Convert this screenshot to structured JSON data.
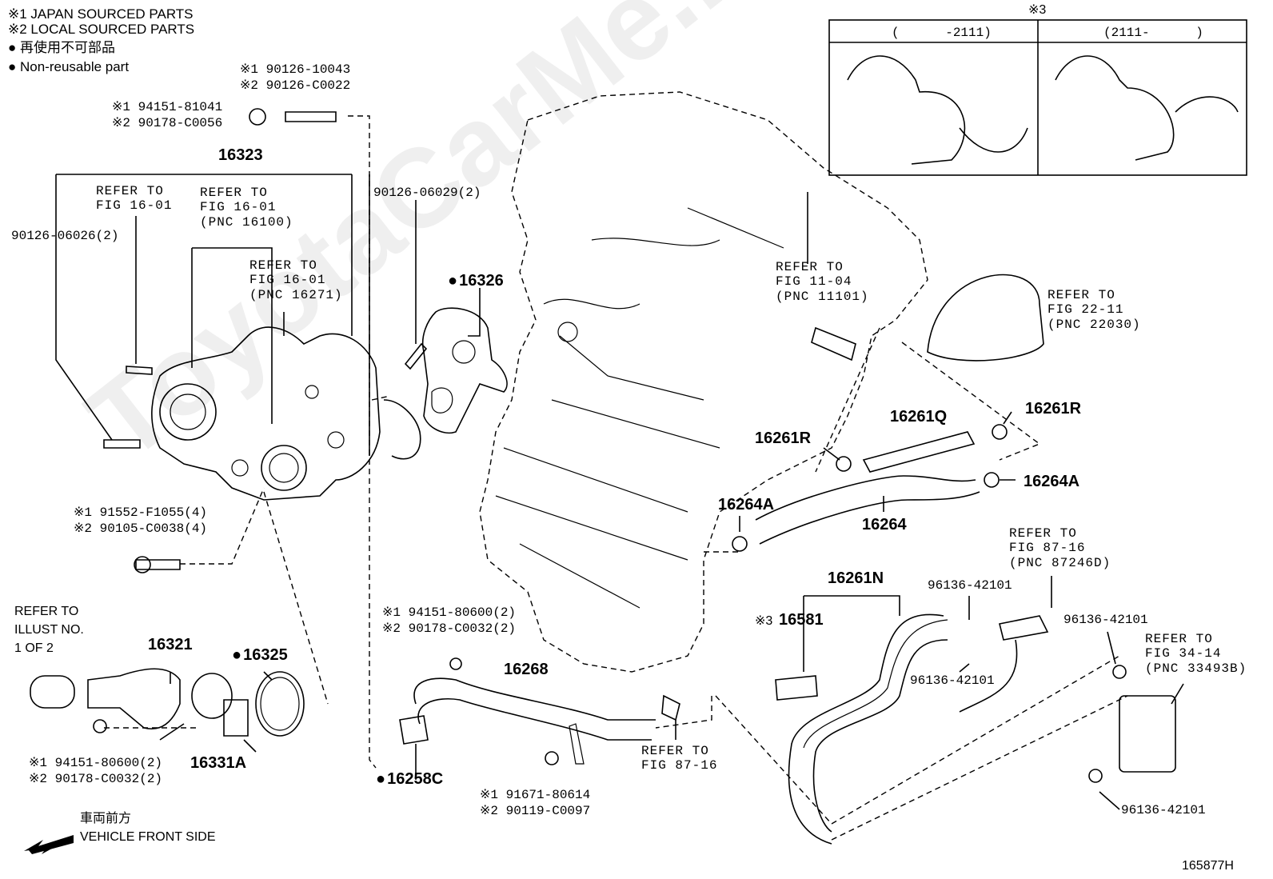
{
  "notes": {
    "line1": "※1 JAPAN SOURCED PARTS",
    "line2": "※2 LOCAL SOURCED PARTS",
    "line3": "● 再使用不可部品",
    "line4": "● Non-reusable part"
  },
  "inset": {
    "marker": "※3",
    "col1": "(      -2111)",
    "col2": "(2111-      )"
  },
  "labels": {
    "p1_a": "※1 90126-10043",
    "p1_b": "※2 90126-C0022",
    "p2_a": "※1 94151-81041",
    "p2_b": "※2 90178-C0056",
    "p16323": "16323",
    "ref_fig1601_a": "REFER TO\nFIG 16-01",
    "ref_fig1601_b": "REFER TO\nFIG 16-01\n(PNC 16100)",
    "ref_fig1601_c": "REFER TO\nFIG 16-01\n(PNC 16271)",
    "p90126_06026": "90126-06026(2)",
    "p90126_06029": "90126-06029(2)",
    "p16326": "16326",
    "ref_fig1104": "REFER TO\nFIG 11-04\n(PNC 11101)",
    "ref_fig2211": "REFER TO\nFIG 22-11\n(PNC 22030)",
    "p16261R_a": "16261R",
    "p16261R_b": "16261R",
    "p16261Q": "16261Q",
    "p16264A_a": "16264A",
    "p16264A_b": "16264A",
    "p16264": "16264",
    "p91552_a": "※1 91552-F1055(4)",
    "p91552_b": "※2 90105-C0038(4)",
    "ref_illust": "REFER TO\nILLUST NO.\n1 OF 2",
    "p16321": "16321",
    "p16325": "16325",
    "p16331A": "16331A",
    "p94151_80600_a": "※1 94151-80600(2)",
    "p94151_80600_b": "※2 90178-C0032(2)",
    "p94151_mid_a": "※1 94151-80600(2)",
    "p94151_mid_b": "※2 90178-C0032(2)",
    "p16268": "16268",
    "p16258C": "16258C",
    "p91671_a": "※1 91671-80614",
    "p91671_b": "※2 90119-C0097",
    "ref_fig8716_a": "REFER TO\nFIG 87-16",
    "ref_fig8716_b": "REFER TO\nFIG 87-16\n(PNC 87246D)",
    "p16261N": "16261N",
    "p16581_marker": "※3",
    "p16581": "16581",
    "p96136_a": "96136-42101",
    "p96136_b": "96136-42101",
    "p96136_c": "96136-42101",
    "p96136_d": "96136-42101",
    "ref_fig3414": "REFER TO\nFIG 34-14\n(PNC 33493B)",
    "vehicle_jp": "車両前方",
    "vehicle_en": "VEHICLE FRONT SIDE",
    "fig_number": "165877H",
    "watermark": "ToyotaCarMe.ru"
  }
}
